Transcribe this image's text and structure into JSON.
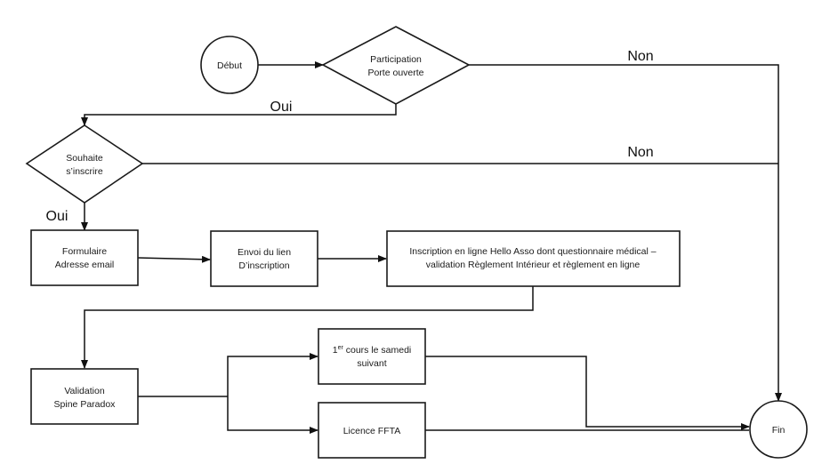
{
  "nodes": {
    "debut": "Début",
    "participation_line1": "Participation",
    "participation_line2": "Porte ouverte",
    "souhaite_line1": "Souhaite",
    "souhaite_line2": "s’inscrire",
    "formulaire_line1": "Formulaire",
    "formulaire_line2": "Adresse email",
    "envoi_line1": "Envoi du lien",
    "envoi_line2": "D’inscription",
    "inscription_line1": "Inscription en ligne Hello Asso dont questionnaire médical –",
    "inscription_line2": "validation Règlement Intérieur et règlement en ligne",
    "validation_line1": "Validation",
    "validation_line2": "Spine Paradox",
    "cours_line1_num": "1",
    "cours_line1_sup": "er",
    "cours_line1_rest": " cours le samedi",
    "cours_line2": "suivant",
    "licence": "Licence FFTA",
    "fin": "Fin"
  },
  "edges": {
    "non_1": "Non",
    "oui_1": "Oui",
    "non_2": "Non",
    "oui_2": "Oui"
  },
  "colors": {
    "stroke": "#1a1a1a",
    "background": "#ffffff"
  }
}
